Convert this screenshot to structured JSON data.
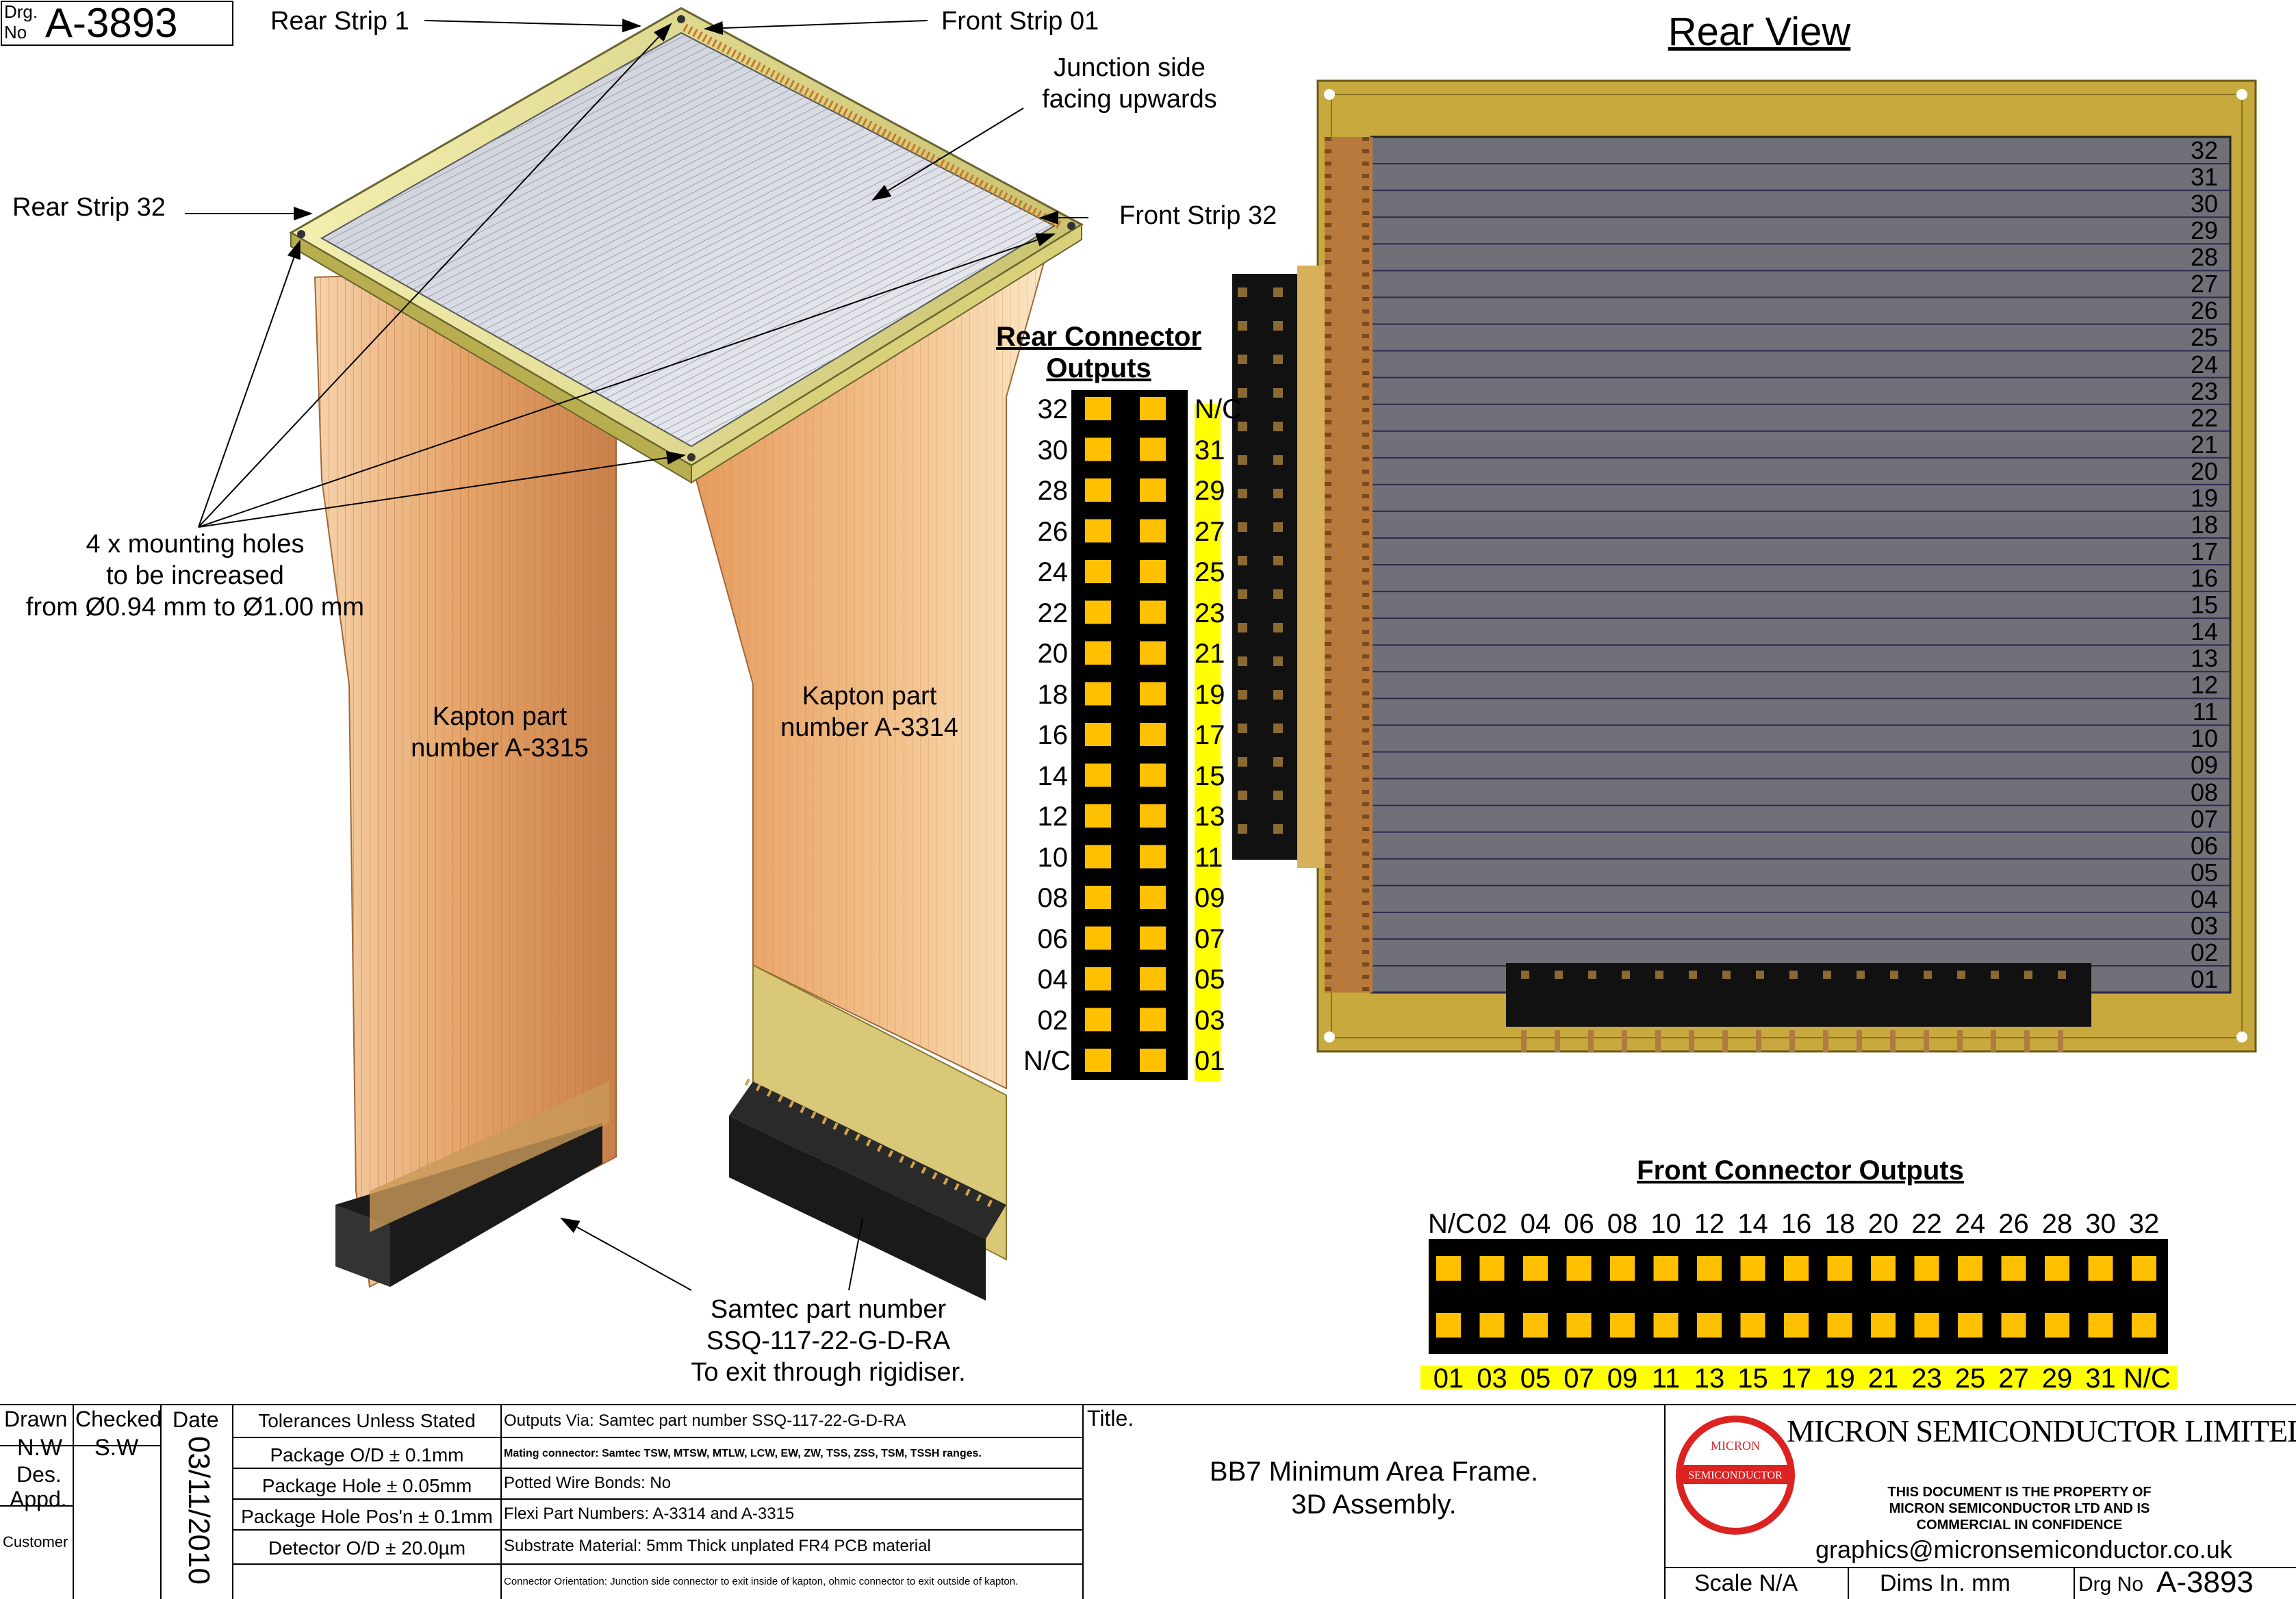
{
  "drawing": {
    "drg_label": "Drg.",
    "no_label": "No",
    "number": "A-3893"
  },
  "callouts": {
    "rear_strip_1": "Rear Strip 1",
    "front_strip_01": "Front Strip 01",
    "junction_side_1": "Junction side",
    "junction_side_2": "facing upwards",
    "rear_strip_32": "Rear Strip 32",
    "front_strip_32": "Front Strip 32",
    "holes_1": "4 x mounting holes",
    "holes_2": "to be increased",
    "holes_3": "from  Ø0.94 mm to Ø1.00 mm",
    "kapton_left_1": "Kapton part",
    "kapton_left_2": "number A-3315",
    "kapton_right_1": "Kapton part",
    "kapton_right_2": "number A-3314",
    "samtec_1": "Samtec part number",
    "samtec_2": "SSQ-117-22-G-D-RA",
    "samtec_3": "To exit through rigidiser."
  },
  "rear_connector": {
    "title_1": "Rear Connector",
    "title_2": "Outputs",
    "left_pins": [
      "32",
      "30",
      "28",
      "26",
      "24",
      "22",
      "20",
      "18",
      "16",
      "14",
      "12",
      "10",
      "08",
      "06",
      "04",
      "02",
      "N/C"
    ],
    "right_pins": [
      "N/C",
      "31",
      "29",
      "27",
      "25",
      "23",
      "21",
      "19",
      "17",
      "15",
      "13",
      "11",
      "09",
      "07",
      "05",
      "03",
      "01"
    ]
  },
  "rear_view": {
    "title": "Rear View",
    "strips": [
      "32",
      "31",
      "30",
      "29",
      "28",
      "27",
      "26",
      "25",
      "24",
      "23",
      "22",
      "21",
      "20",
      "19",
      "18",
      "17",
      "16",
      "15",
      "14",
      "13",
      "12",
      "11",
      "10",
      "09",
      "08",
      "07",
      "06",
      "05",
      "04",
      "03",
      "02",
      "01"
    ]
  },
  "front_connector": {
    "title": "Front Connector Outputs",
    "top_pins": [
      "N/C",
      "02",
      "04",
      "06",
      "08",
      "10",
      "12",
      "14",
      "16",
      "18",
      "20",
      "22",
      "24",
      "26",
      "28",
      "30",
      "32"
    ],
    "bottom_pins": [
      "01",
      "03",
      "05",
      "07",
      "09",
      "11",
      "13",
      "15",
      "17",
      "19",
      "21",
      "23",
      "25",
      "27",
      "29",
      "31",
      "N/C"
    ]
  },
  "title_block": {
    "drawn_label": "Drawn",
    "drawn_value": "N.W",
    "checked_label": "Checked",
    "checked_value": "S.W",
    "des_label": "Des.",
    "appd_label": "Appd.",
    "customer_label": "Customer",
    "date_label": "Date",
    "date_value": "03/11/2010",
    "tolerances": "Tolerances Unless Stated",
    "tol_rows": [
      "Package O/D ± 0.1mm",
      "Package Hole ± 0.05mm",
      "Package Hole Pos'n ± 0.1mm",
      "Detector O/D ± 20.0µm"
    ],
    "notes": [
      "Outputs Via: Samtec part number SSQ-117-22-G-D-RA",
      "Mating connector: Samtec TSW, MTSW, MTLW, LCW, EW, ZW, TSS, ZSS, TSM, TSSH ranges.",
      "Potted Wire Bonds: No",
      "Flexi Part Numbers: A-3314 and A-3315",
      "Substrate Material: 5mm Thick unplated FR4 PCB material",
      "Connector Orientation: Junction side connector to exit inside of kapton, ohmic connector to exit outside of kapton."
    ],
    "title_label": "Title.",
    "title_1": "BB7 Minimum Area Frame.",
    "title_2": "3D Assembly.",
    "company": "MICRON SEMICONDUCTOR LIMITED",
    "logo_top": "MICRON",
    "logo_bottom": "SEMICONDUCTOR",
    "property_1": "THIS DOCUMENT IS THE PROPERTY OF",
    "property_2": "MICRON SEMICONDUCTOR LTD AND IS",
    "property_3": "COMMERCIAL IN CONFIDENCE",
    "email": "graphics@micronsemiconductor.co.uk",
    "scale": "Scale N/A",
    "dims": "Dims In.  mm",
    "drg_no_label": "Drg No",
    "drg_no": "A-3893"
  },
  "colors": {
    "kapton": "#e8a060",
    "frame": "#e8e090",
    "pad": "#ffc000",
    "highlight": "#ffff00",
    "pcb": "#c8a830",
    "detector": "#7a7a84"
  }
}
